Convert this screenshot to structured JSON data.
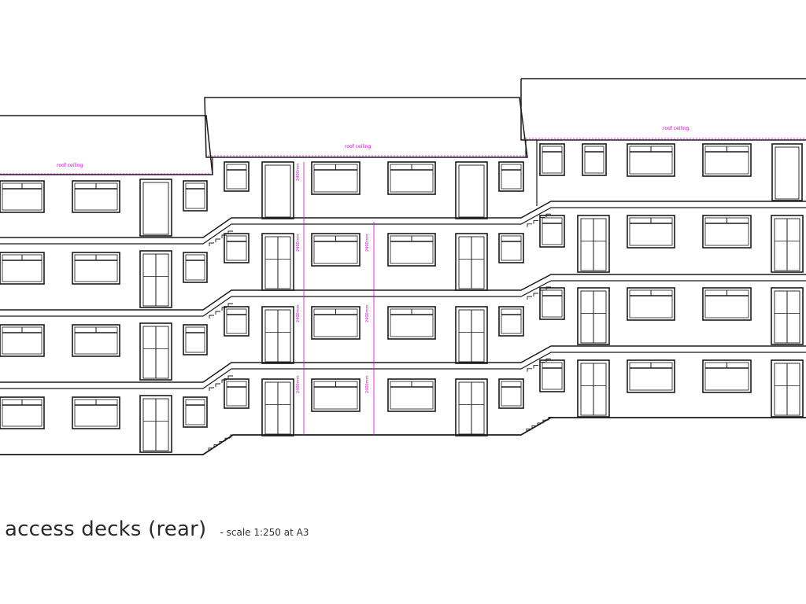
{
  "drawing": {
    "caption_title": "access decks (rear)",
    "caption_scale": "- scale 1:250 at A3",
    "roof_annotation": "roof ceiling",
    "height_annotation": "2400mm",
    "colors": {
      "line": "#1a1a1a",
      "annotation": "#e000e0",
      "background": "#ffffff"
    }
  }
}
